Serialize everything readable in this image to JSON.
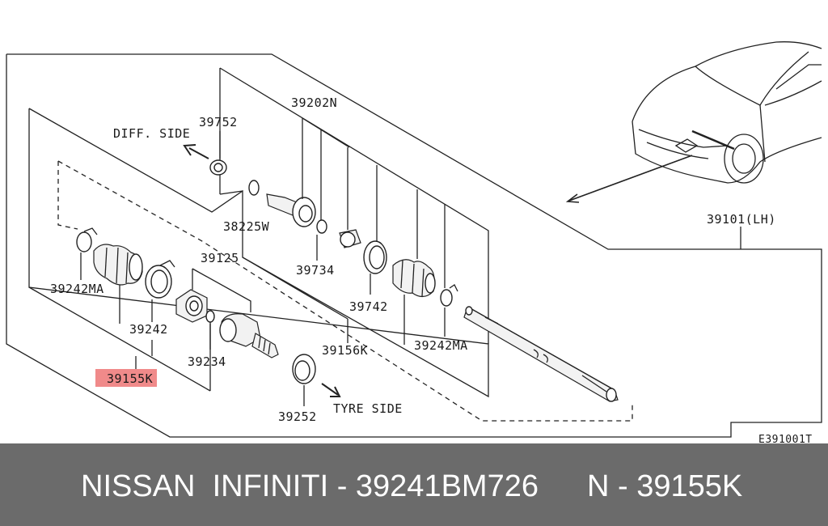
{
  "diagram": {
    "labels": {
      "l39752": "39752",
      "l39202N": "39202N",
      "lDiff": "DIFF. SIDE",
      "l38225W": "38225W",
      "l39125": "39125",
      "l39734": "39734",
      "l39242MA_a": "39242MA",
      "l39742": "39742",
      "l39242": "39242",
      "l39234": "39234",
      "l39156K": "39156K",
      "l39242MA_b": "39242MA",
      "l39155K": "39155K",
      "l39252": "39252",
      "lTyre": "TYRE SIDE",
      "l39101": "39101(LH)",
      "lCode": "E391001T"
    },
    "highlight_color": "#f08a8a"
  },
  "caption": {
    "left": "NISSAN  INFINITI - 39241BM726",
    "right": "N - 39155K"
  }
}
